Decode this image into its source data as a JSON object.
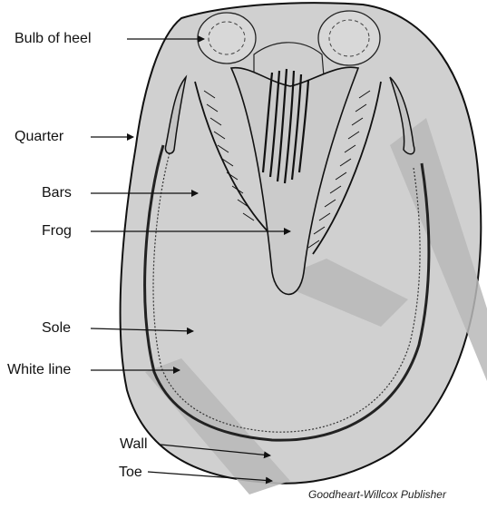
{
  "labels": {
    "bulb_of_heel": "Bulb of heel",
    "quarter": "Quarter",
    "bars": "Bars",
    "frog": "Frog",
    "sole": "Sole",
    "white_line": "White line",
    "wall": "Wall",
    "toe": "Toe"
  },
  "credit": "Goodheart-Willcox Publisher",
  "colors": {
    "hoof_fill": "#d0d0d0",
    "outline": "#111111",
    "watermark": "#b9b9b9"
  }
}
